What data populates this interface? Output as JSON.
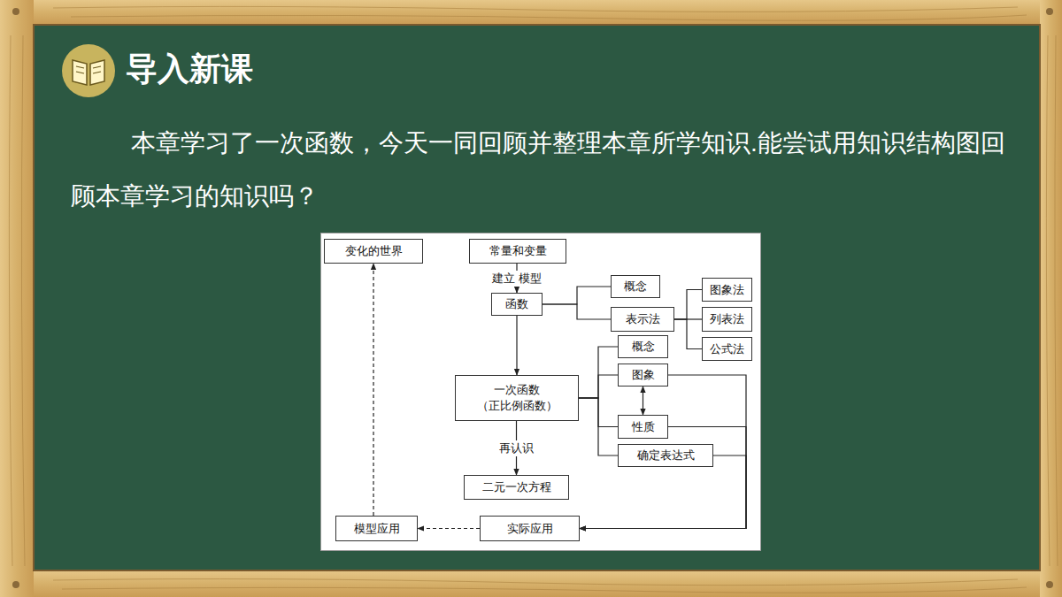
{
  "diagram": {
    "title": "导入新课",
    "nodes": [
      {
        "text": [
          "变化的世界"
        ]
      },
      {
        "text": [
          "常量和变量"
        ]
      },
      {
        "text": [
          "函数"
        ]
      },
      {
        "text": [
          "概念"
        ]
      },
      {
        "text": [
          "表示法"
        ]
      },
      {
        "text": [
          "图象法"
        ]
      },
      {
        "text": [
          "列表法"
        ]
      },
      {
        "text": [
          "公式法"
        ]
      },
      {
        "text": [
          "一次函数 （正比例函数）"
        ]
      },
      {
        "text": [
          "概念"
        ]
      },
      {
        "text": [
          "图象"
        ]
      },
      {
        "text": [
          "性质"
        ]
      },
      {
        "text": [
          "确定表达式"
        ]
      },
      {
        "text": [
          "二元一次方程"
        ]
      },
      {
        "text": [
          "模型应用"
        ]
      },
      {
        "text": [
          "实际应用"
        ]
      }
    ],
    "edges": [
      {
        "from": 1,
        "to": 2,
        "arrow": "to",
        "label": "建立 模型"
      },
      {
        "from": 2,
        "to": 3,
        "arrow": "none"
      },
      {
        "from": 2,
        "to": 4,
        "arrow": "none"
      },
      {
        "from": 4,
        "to": 5,
        "arrow": "none"
      },
      {
        "from": 4,
        "to": 6,
        "arrow": "none"
      },
      {
        "from": 4,
        "to": 7,
        "arrow": "none"
      },
      {
        "from": 2,
        "to": 8,
        "arrow": "to"
      },
      {
        "from": 8,
        "to": 9,
        "arrow": "none"
      },
      {
        "from": 8,
        "to": 10,
        "arrow": "none"
      },
      {
        "from": 8,
        "to": 11,
        "arrow": "none"
      },
      {
        "from": 8,
        "to": 12,
        "arrow": "none"
      },
      {
        "from": 10,
        "to": 11,
        "arrow": "both"
      },
      {
        "from": 8,
        "to": 13,
        "arrow": "to",
        "label": "再认识"
      },
      {
        "from": 10,
        "to": 15,
        "arrow": "to"
      },
      {
        "from": 11,
        "to": 15,
        "arrow": "to"
      },
      {
        "from": 12,
        "to": 15,
        "arrow": "to"
      },
      {
        "from": 15,
        "to": 14,
        "arrow": "to"
      },
      {
        "from": 14,
        "to": 0,
        "arrow": "to"
      }
    ],
    "labels": [
      "本章学习了一次函数，今天一同回顾并整理本章所学知识.能尝试用知识结构图回顾本章学习的知识吗？"
    ]
  }
}
